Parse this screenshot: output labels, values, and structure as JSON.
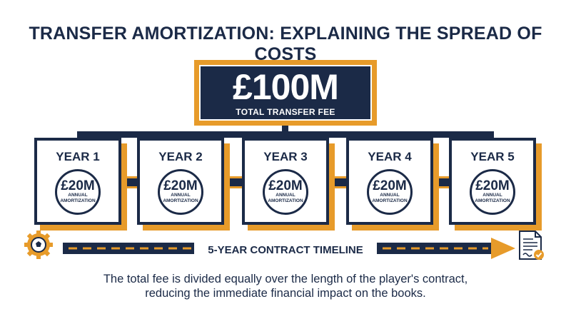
{
  "title": "TRANSFER AMORTIZATION: EXPLAINING THE SPREAD OF COSTS",
  "total_fee": {
    "amount": "£100M",
    "label": "TOTAL TRANSFER FEE"
  },
  "years": [
    {
      "label": "YEAR 1",
      "amount": "£20M",
      "sub_line1": "ANNUAL",
      "sub_line2": "AMORTIZATION"
    },
    {
      "label": "YEAR 2",
      "amount": "£20M",
      "sub_line1": "ANNUAL",
      "sub_line2": "AMORTIZATION"
    },
    {
      "label": "YEAR 3",
      "amount": "£20M",
      "sub_line1": "ANNUAL",
      "sub_line2": "AMORTIZATION"
    },
    {
      "label": "YEAR 4",
      "amount": "£20M",
      "sub_line1": "ANNUAL",
      "sub_line2": "AMORTIZATION"
    },
    {
      "label": "YEAR 5",
      "amount": "£20M",
      "sub_line1": "ANNUAL",
      "sub_line2": "AMORTIZATION"
    }
  ],
  "timeline": {
    "label": "5-YEAR CONTRACT TIMELINE",
    "start_icon": "gear-football-icon",
    "end_icon": "contract-document-icon"
  },
  "caption": {
    "line1": "The total fee is divided equally over the length of the player's contract,",
    "line2": "reducing the immediate financial impact on the books."
  },
  "colors": {
    "navy": "#1b2a47",
    "orange": "#e79b2a",
    "background": "#ffffff"
  }
}
